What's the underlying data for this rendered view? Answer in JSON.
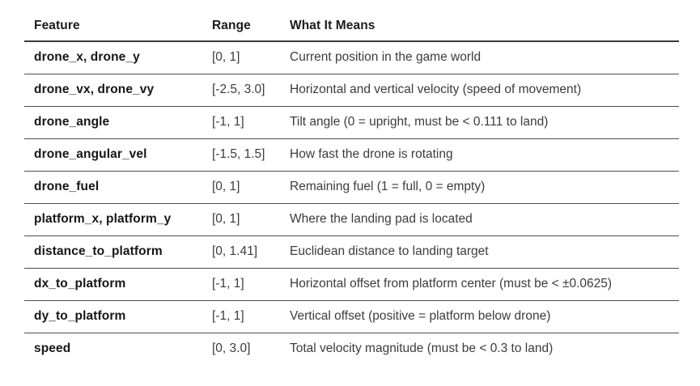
{
  "table": {
    "columns": {
      "feature": "Feature",
      "range": "Range",
      "meaning": "What It Means"
    },
    "rows": [
      {
        "feature": "drone_x, drone_y",
        "range": "[0, 1]",
        "meaning": "Current position in the game world"
      },
      {
        "feature": "drone_vx, drone_vy",
        "range": "[-2.5, 3.0]",
        "meaning": "Horizontal and vertical velocity (speed of movement)"
      },
      {
        "feature": "drone_angle",
        "range": "[-1, 1]",
        "meaning": "Tilt angle (0 = upright, must be < 0.111 to land)"
      },
      {
        "feature": "drone_angular_vel",
        "range": "[-1.5, 1.5]",
        "meaning": "How fast the drone is rotating"
      },
      {
        "feature": "drone_fuel",
        "range": "[0, 1]",
        "meaning": "Remaining fuel (1 = full, 0 = empty)"
      },
      {
        "feature": "platform_x, platform_y",
        "range": "[0, 1]",
        "meaning": "Where the landing pad is located"
      },
      {
        "feature": "distance_to_platform",
        "range": "[0, 1.41]",
        "meaning": "Euclidean distance to landing target"
      },
      {
        "feature": "dx_to_platform",
        "range": "[-1, 1]",
        "meaning": "Horizontal offset from platform center (must be < ±0.0625)"
      },
      {
        "feature": "dy_to_platform",
        "range": "[-1, 1]",
        "meaning": "Vertical offset (positive = platform below drone)"
      },
      {
        "feature": "speed",
        "range": "[0, 3.0]",
        "meaning": "Total velocity magnitude (must be < 0.3 to land)"
      }
    ]
  },
  "colors": {
    "background": "#ffffff",
    "header_text": "#1b1b1b",
    "feature_text": "#161616",
    "body_text": "#3c3c3c",
    "header_rule": "#3a3a3a",
    "row_rule": "#4d4d4d"
  },
  "chart_data": {
    "type": "table",
    "title": "",
    "columns": [
      "Feature",
      "Range",
      "What It Means"
    ],
    "rows": [
      [
        "drone_x, drone_y",
        "[0, 1]",
        "Current position in the game world"
      ],
      [
        "drone_vx, drone_vy",
        "[-2.5, 3.0]",
        "Horizontal and vertical velocity (speed of movement)"
      ],
      [
        "drone_angle",
        "[-1, 1]",
        "Tilt angle (0 = upright, must be < 0.111 to land)"
      ],
      [
        "drone_angular_vel",
        "[-1.5, 1.5]",
        "How fast the drone is rotating"
      ],
      [
        "drone_fuel",
        "[0, 1]",
        "Remaining fuel (1 = full, 0 = empty)"
      ],
      [
        "platform_x, platform_y",
        "[0, 1]",
        "Where the landing pad is located"
      ],
      [
        "distance_to_platform",
        "[0, 1.41]",
        "Euclidean distance to landing target"
      ],
      [
        "dx_to_platform",
        "[-1, 1]",
        "Horizontal offset from platform center (must be < ±0.0625)"
      ],
      [
        "dy_to_platform",
        "[-1, 1]",
        "Vertical offset (positive = platform below drone)"
      ],
      [
        "speed",
        "[0, 3.0]",
        "Total velocity magnitude (must be < 0.3 to land)"
      ]
    ],
    "layout_hints": {
      "grid": "horizontal rules only",
      "header_rule_weight": "heavy",
      "outer_border": false
    }
  }
}
